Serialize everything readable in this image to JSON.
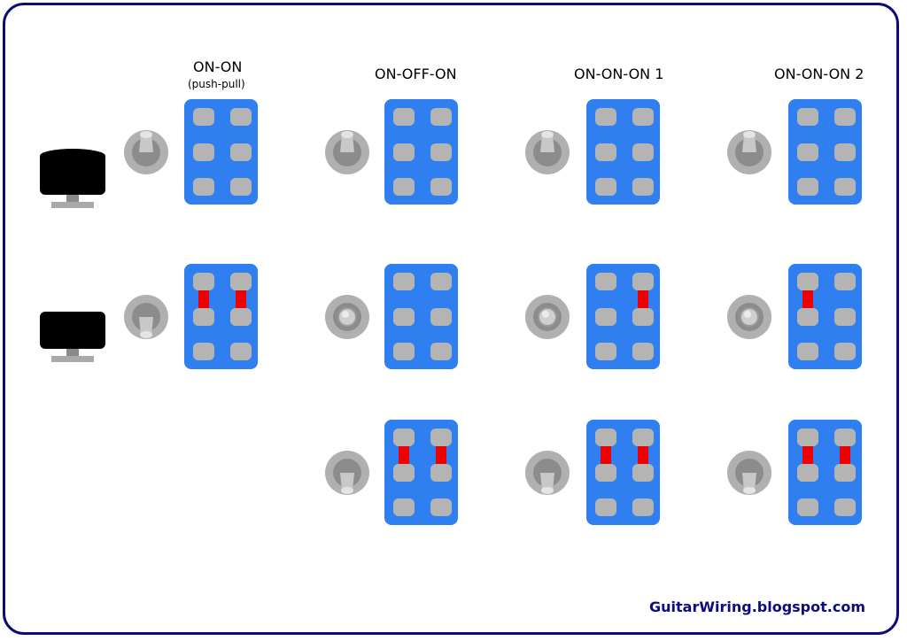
{
  "columns": [
    {
      "title": "ON-ON",
      "subtitle": "(push-pull)"
    },
    {
      "title": "ON-OFF-ON",
      "subtitle": ""
    },
    {
      "title": "ON-ON-ON 1",
      "subtitle": ""
    },
    {
      "title": "ON-ON-ON 2",
      "subtitle": ""
    }
  ],
  "credit": "GuitarWiring.blogspot.com",
  "colors": {
    "frame": "#0c0c7a",
    "switch_body": "#2f7ff0",
    "lug": "#b4b4b4",
    "jumper": "#ee0000",
    "knob": "#000000",
    "knob_base": "#a9a9a9",
    "credit": "#0c0c7a"
  },
  "rows": [
    [
      {
        "lever": "up",
        "connections": [
          [
            0,
            1,
            1
          ],
          [
            1,
            1,
            1
          ]
        ],
        "knob": "pulled"
      },
      {
        "lever": "up",
        "connections": [
          [
            0,
            1,
            1
          ],
          [
            1,
            1,
            1
          ]
        ]
      },
      {
        "lever": "up",
        "connections": [
          [
            0,
            1,
            1
          ],
          [
            1,
            1,
            1
          ]
        ]
      },
      {
        "lever": "up",
        "connections": [
          [
            0,
            1,
            1
          ],
          [
            1,
            1,
            1
          ]
        ]
      }
    ],
    [
      {
        "lever": "down",
        "connections": [
          [
            0,
            0,
            1
          ],
          [
            1,
            0,
            1
          ]
        ],
        "knob": "pushed"
      },
      {
        "lever": "center",
        "connections": []
      },
      {
        "lever": "center",
        "connections": [
          [
            0,
            1,
            1
          ],
          [
            1,
            0,
            1
          ]
        ]
      },
      {
        "lever": "center",
        "connections": [
          [
            0,
            0,
            1
          ],
          [
            1,
            1,
            1
          ]
        ]
      }
    ],
    [
      null,
      {
        "lever": "down",
        "connections": [
          [
            0,
            0,
            1
          ],
          [
            1,
            0,
            1
          ]
        ]
      },
      {
        "lever": "down",
        "connections": [
          [
            0,
            0,
            1
          ],
          [
            1,
            0,
            1
          ]
        ]
      },
      {
        "lever": "down",
        "connections": [
          [
            0,
            0,
            1
          ],
          [
            1,
            0,
            1
          ]
        ]
      }
    ]
  ]
}
